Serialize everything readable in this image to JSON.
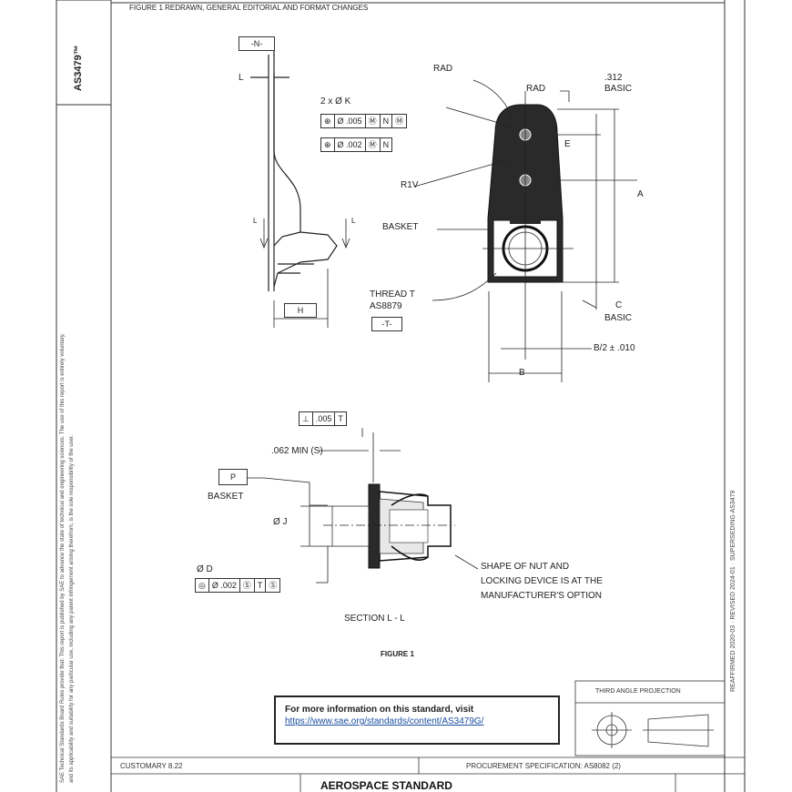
{
  "sidebar": {
    "doc_number": "AS3479™",
    "fine_print_1": "SAE Technical Standards Board Rules provide that: This report is published by SAE to advance the state of technical and engineering sciences. The use of this report is entirely voluntary,",
    "fine_print_2": "and its applicability and suitability for any particular use, including any patent infringement arising therefrom, is the sole responsibility of the user."
  },
  "header_note": "FIGURE 1 REDRAWN, GENERAL EDITORIAL AND FORMAT CHANGES",
  "figure": {
    "top_view": {
      "datum_n": "-N-",
      "dim_l": "L",
      "section_l_left": "L",
      "section_l_right": "L",
      "dim_h": "H"
    },
    "front_view": {
      "rad_1": "RAD",
      "rad_2": "RAD",
      "basic_312": ".312",
      "basic_312_sub": "BASIC",
      "holes": "2 x Ø K",
      "fcf1": {
        "sym": "⊕",
        "tol": "Ø .005",
        "mod": "Ⓜ",
        "ref": "N",
        "ref_mod": "Ⓜ"
      },
      "fcf2": {
        "sym": "⊕",
        "tol": "Ø .002",
        "mod": "Ⓜ",
        "ref": "N"
      },
      "dim_e": "E",
      "dim_a": "A",
      "r_note": "R1V",
      "basket": "BASKET",
      "thread": "THREAD T",
      "thread_spec": "AS8879",
      "datum_t": "-T-",
      "basic_c": "C",
      "basic_c_sub": "BASIC",
      "dim_b2": "B/2 ± .010",
      "dim_b": "B"
    },
    "section": {
      "perp_sym": "⊥",
      "perp_tol": ".005",
      "perp_ref": "T",
      "min_note": ".062 MIN (S)",
      "datum_p": "P",
      "datum_p_label": "BASKET",
      "dim_j": "Ø J",
      "dim_d": "Ø D",
      "fcf3": {
        "sym": "◎",
        "tol": "Ø .002",
        "mod": "Ⓢ",
        "ref": "T",
        "ref_mod": "Ⓢ"
      },
      "shape_note_1": "SHAPE OF NUT AND",
      "shape_note_2": "LOCKING DEVICE IS AT THE",
      "shape_note_3": "MANUFACTURER'S OPTION",
      "section_label": "SECTION L - L"
    },
    "caption": "FIGURE 1"
  },
  "right_margin_note": "REAFFIRMED 2020-03 · REVISED 2024-01 · SUPERSEDING AS3479",
  "projection": {
    "label": "THIRD ANGLE PROJECTION"
  },
  "info_box": {
    "title": "For more information on this standard, visit",
    "url": "https://www.sae.org/standards/content/AS3479G/"
  },
  "title_block": {
    "customer_code": "CUSTOMARY 8.22",
    "procurement": "PROCUREMENT SPECIFICATION: AS8082 (2)",
    "aero": "AEROSPACE STANDARD"
  },
  "colors": {
    "ink": "#222222",
    "link": "#1a4fa0",
    "part_fill": "#2a2a2a"
  }
}
